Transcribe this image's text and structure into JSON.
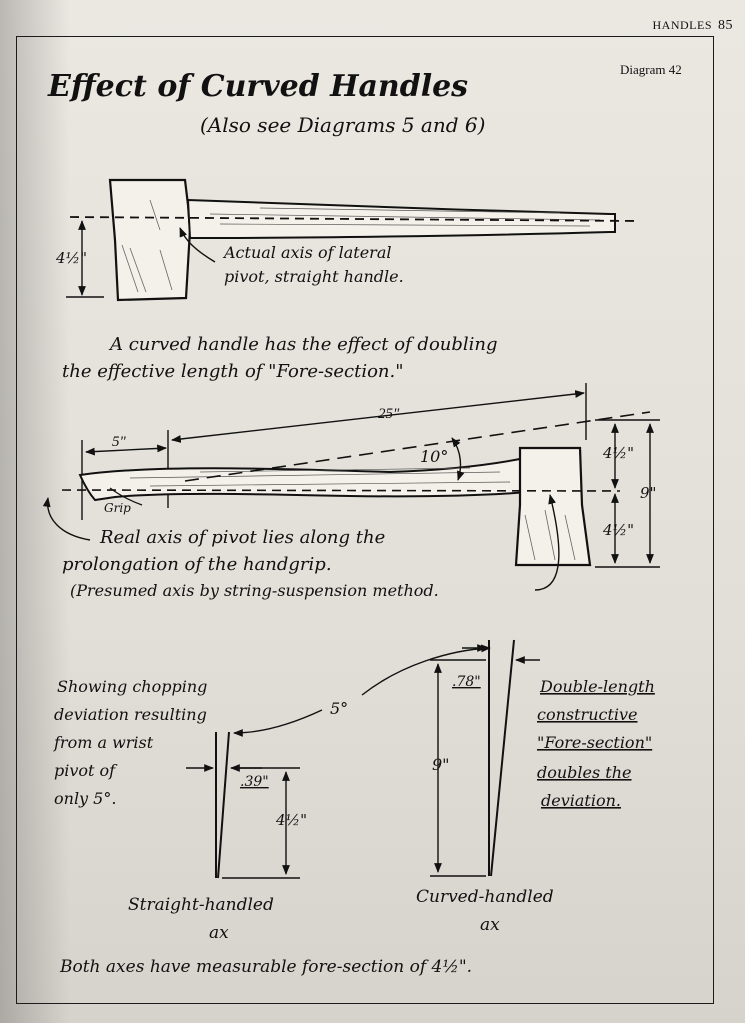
{
  "running_head": {
    "section": "HANDLES",
    "page": "85"
  },
  "diagram_label": "Diagram 42",
  "title": "Effect of Curved Handles",
  "subtitle": "(Also see Diagrams 5 and 6)",
  "top_axe": {
    "dim": "4½\"",
    "note_line1": "Actual axis of lateral",
    "note_line2": "pivot, straight handle."
  },
  "statement_line1": "A curved handle has the effect of doubling",
  "statement_line2": "the effective length of \"Fore-section.\"",
  "middle_axe": {
    "dim_25": "25\"",
    "dim_5": "5\"",
    "angle": "10°",
    "dim_upper": "4½\"",
    "dim_total": "9\"",
    "dim_lower": "4½\"",
    "grip": "Grip"
  },
  "pivot_note_line1": "Real axis of pivot lies along the",
  "pivot_note_line2": "prolongation of the handgrip.",
  "pivot_note_line3": "(Presumed axis by string-suspension method.",
  "left_note": [
    "Showing chopping",
    "deviation resulting",
    "from a wrist",
    "pivot of",
    "only 5°."
  ],
  "right_note": [
    "Double-length",
    "constructive",
    "\"Fore-section\"",
    "doubles the",
    "deviation."
  ],
  "angle_5": "5°",
  "straight": {
    "dev": ".39\"",
    "len": "4½\"",
    "caption_line1": "Straight-handled",
    "caption_line2": "ax"
  },
  "curved": {
    "dev": ".78\"",
    "len": "9\"",
    "caption_line1": "Curved-handled",
    "caption_line2": "ax"
  },
  "footer": "Both axes have measurable fore-section of 4½\"."
}
